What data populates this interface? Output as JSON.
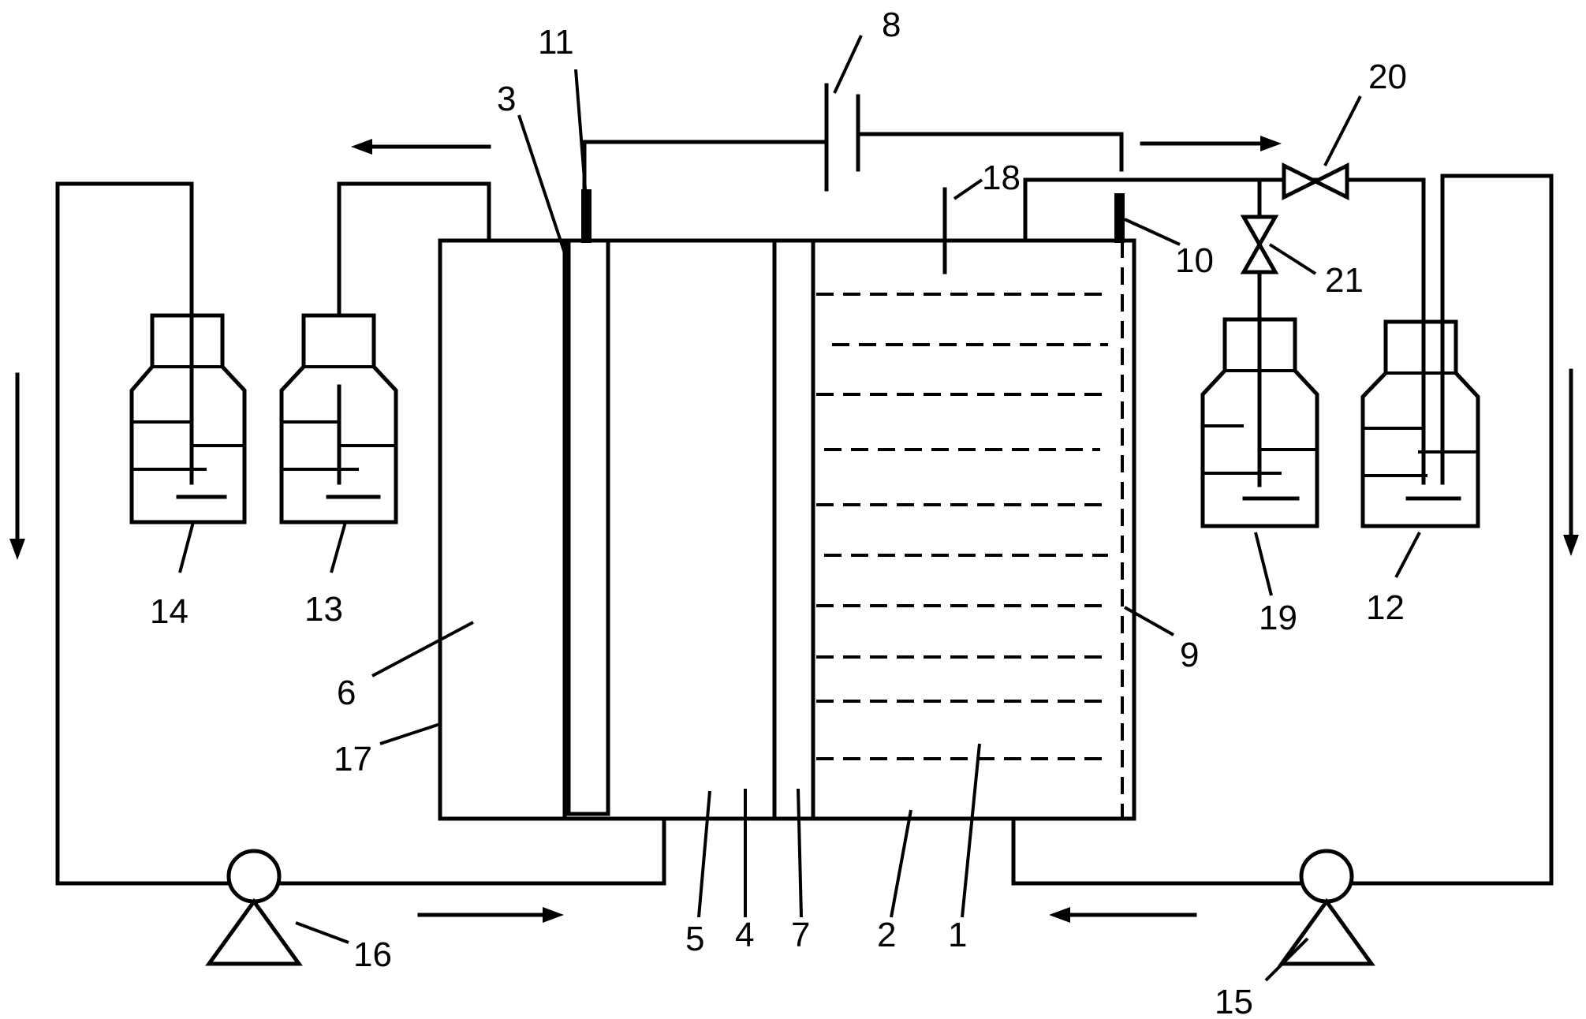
{
  "labels": {
    "l1": "1",
    "l2": "2",
    "l3": "3",
    "l4": "4",
    "l5": "5",
    "l6": "6",
    "l7": "7",
    "l8": "8",
    "l9": "9",
    "l10": "10",
    "l11": "11",
    "l12": "12",
    "l13": "13",
    "l14": "14",
    "l15": "15",
    "l16": "16",
    "l17": "17",
    "l18": "18",
    "l19": "19",
    "l20": "20",
    "l21": "21"
  },
  "colors": {
    "stroke": "#000000",
    "background": "#ffffff"
  }
}
